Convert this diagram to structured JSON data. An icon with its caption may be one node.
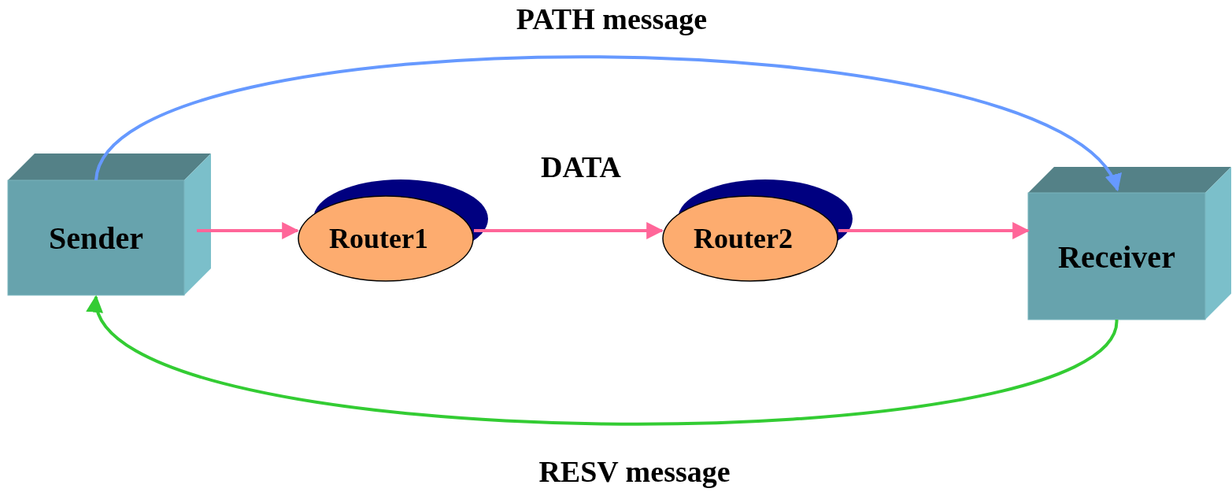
{
  "diagram": {
    "nodes": [
      {
        "text": [
          "Sender"
        ]
      },
      {
        "text": [
          "Router1"
        ]
      },
      {
        "text": [
          "Router2"
        ]
      },
      {
        "text": [
          "Receiver"
        ]
      }
    ],
    "edges": [
      {
        "from": 0,
        "to": 1,
        "arrow": "to"
      },
      {
        "from": 1,
        "to": 2,
        "arrow": "to"
      },
      {
        "from": 2,
        "to": 3,
        "arrow": "to"
      },
      {
        "from": 0,
        "to": 3,
        "arrow": "to",
        "label": "PATH message",
        "color": "#6699ff"
      },
      {
        "from": 3,
        "to": 0,
        "arrow": "to",
        "label": "RESV message",
        "color": "#33cc33"
      }
    ],
    "labels": [
      "DATA"
    ]
  }
}
